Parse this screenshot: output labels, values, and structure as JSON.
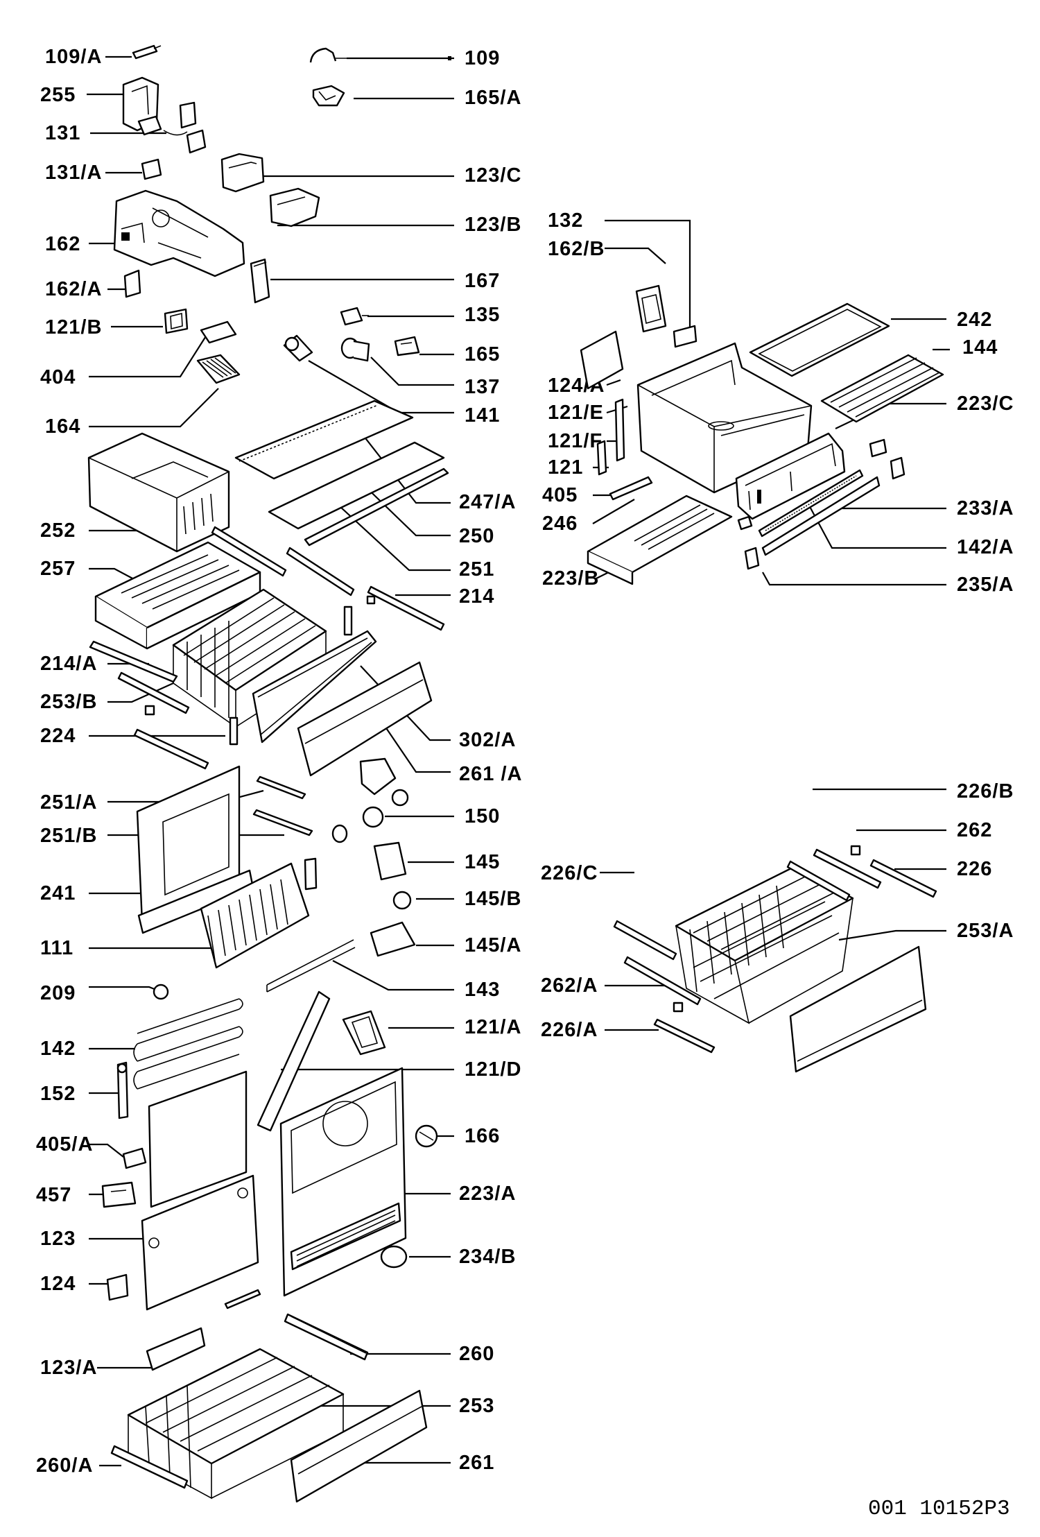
{
  "diagram": {
    "labels": {
      "l_109A": "109/A",
      "l_255": "255",
      "l_131": "131",
      "l_131A": "131/A",
      "l_162": "162",
      "l_162A": "162/A",
      "l_121B": "121/B",
      "l_404": "404",
      "l_164": "164",
      "l_252": "252",
      "l_257": "257",
      "l_214A": "214/A",
      "l_253B": "253/B",
      "l_224": "224",
      "l_251A": "251/A",
      "l_251B": "251/B",
      "l_241": "241",
      "l_111": "111",
      "l_209": "209",
      "l_142": "142",
      "l_152": "152",
      "l_405A": "405/A",
      "l_457": "457",
      "l_123": "123",
      "l_124": "124",
      "l_123A": "123/A",
      "l_260A": "260/A",
      "l_109": "109",
      "l_165A": "165/A",
      "l_123C": "123/C",
      "l_123B": "123/B",
      "l_167": "167",
      "l_135": "135",
      "l_165": "165",
      "l_137": "137",
      "l_141": "141",
      "l_247A": "247/A",
      "l_250": "250",
      "l_251": "251",
      "l_214": "214",
      "l_302A": "302/A",
      "l_261A": "261 /A",
      "l_150": "150",
      "l_145": "145",
      "l_145B": "145/B",
      "l_145A": "145/A",
      "l_143": "143",
      "l_121A": "121/A",
      "l_121D": "121/D",
      "l_166": "166",
      "l_223A": "223/A",
      "l_234B": "234/B",
      "l_260": "260",
      "l_253": "253",
      "l_261": "261",
      "l_132": "132",
      "l_162B": "162/B",
      "l_124A": "124/A",
      "l_121E": "121/E",
      "l_121F": "121/F",
      "l_121": "121",
      "l_405": "405",
      "l_246": "246",
      "l_223B": "223/B",
      "l_242": "242",
      "l_144": "144",
      "l_223C": "223/C",
      "l_233A": "233/A",
      "l_142A": "142/A",
      "l_235A": "235/A",
      "l_226B": "226/B",
      "l_262": "262",
      "l_226": "226",
      "l_226C": "226/C",
      "l_253A": "253/A",
      "l_262A": "262/A",
      "l_226A": "226/A"
    },
    "drawing_code": "001  10152P3"
  }
}
